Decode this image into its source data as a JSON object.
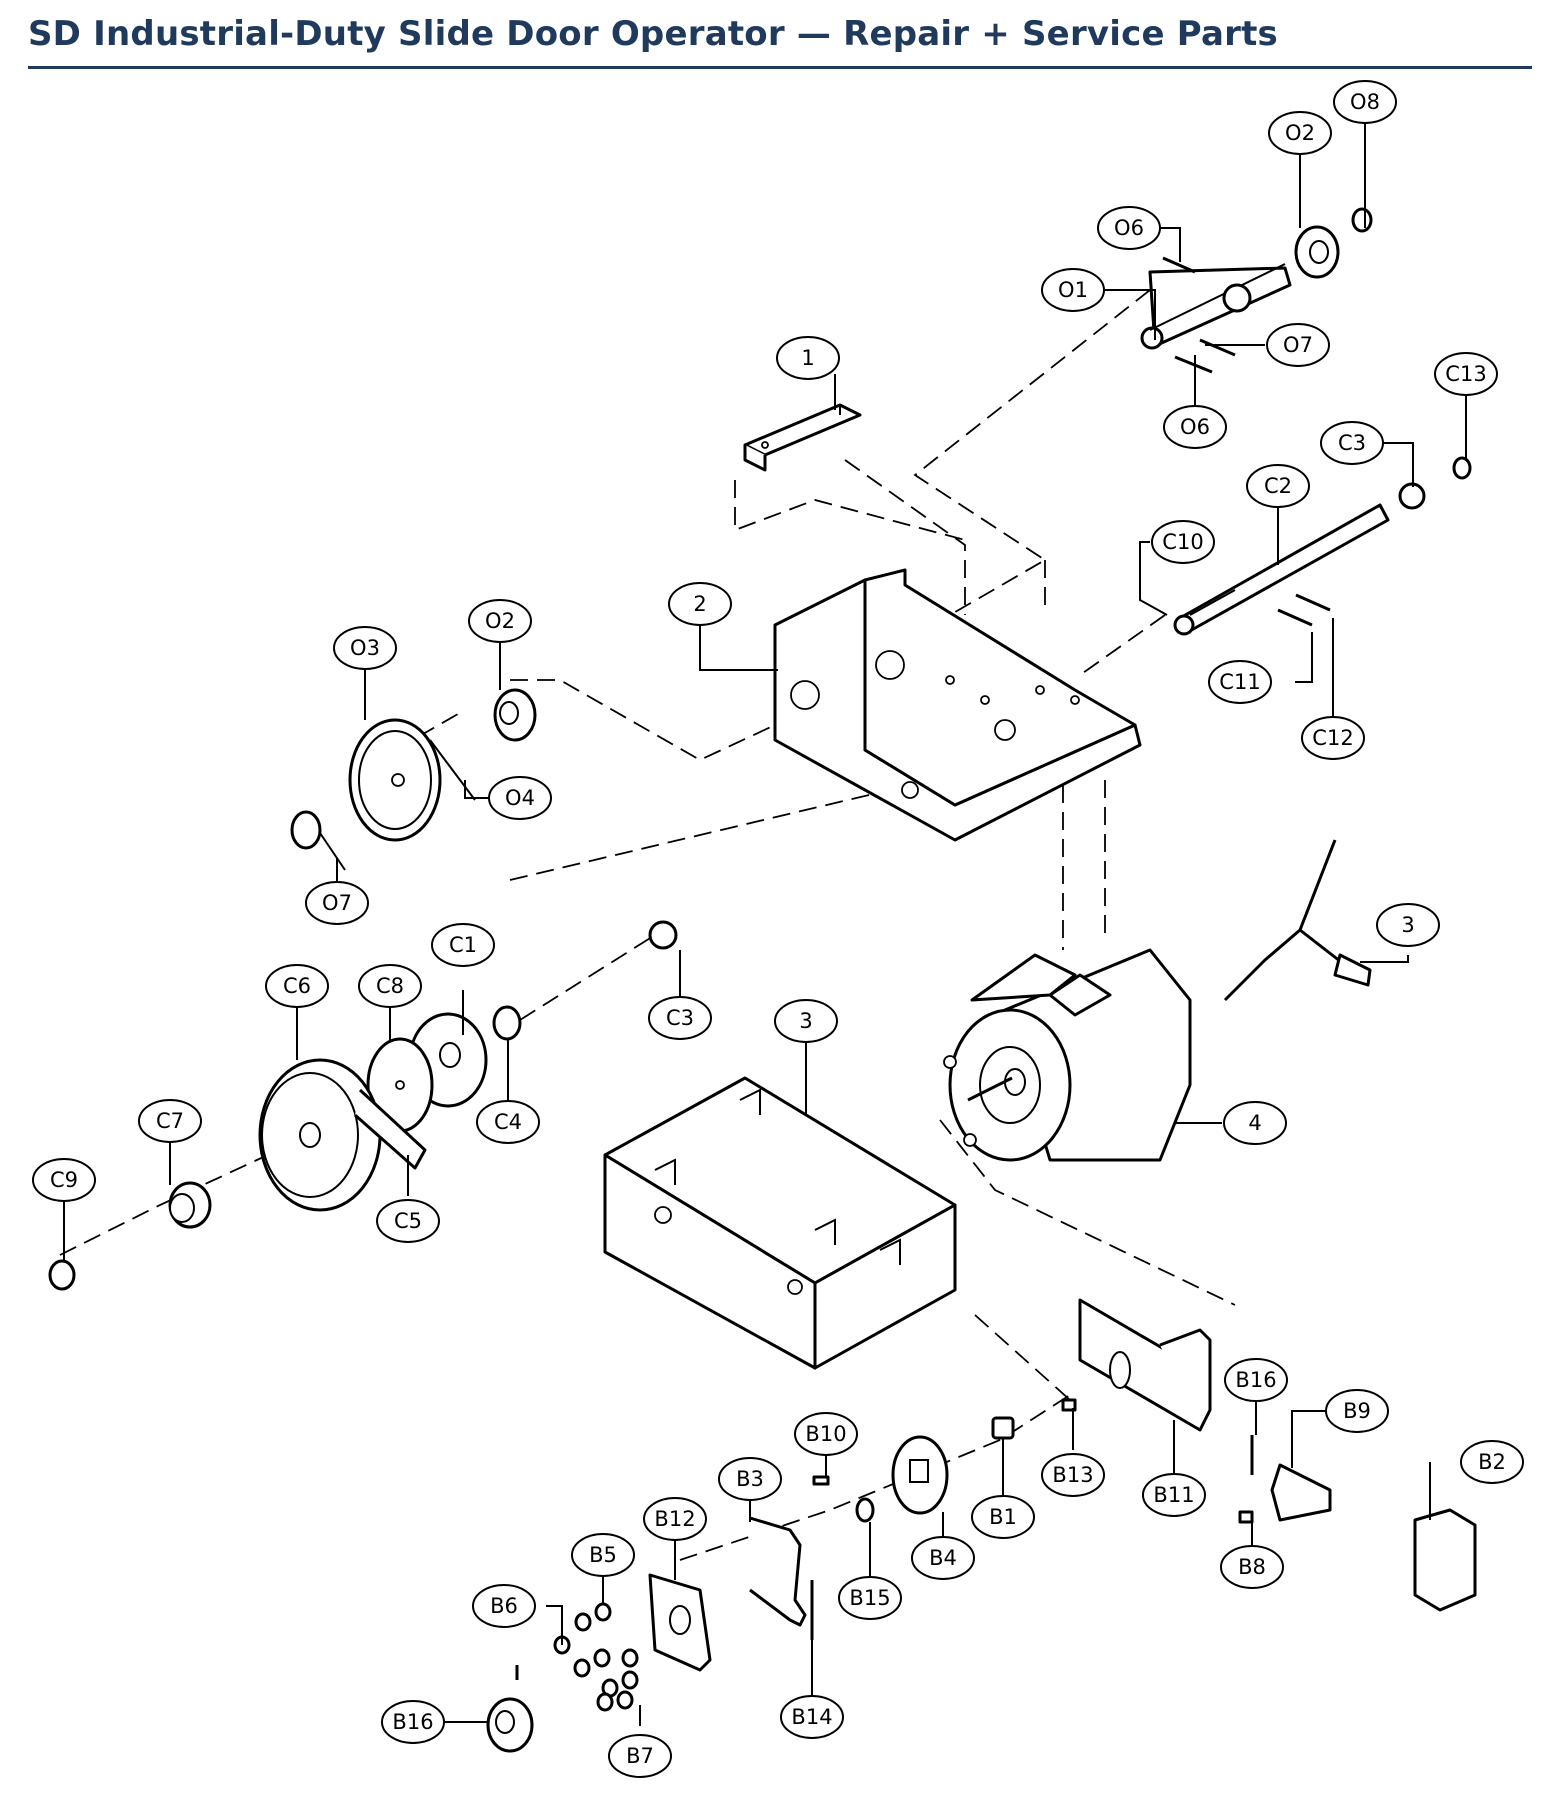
{
  "page": {
    "title": "SD Industrial-Duty Slide Door Operator — Repair + Service Parts"
  },
  "callouts": [
    {
      "id": "O8",
      "label": "O8"
    },
    {
      "id": "O2-top",
      "label": "O2"
    },
    {
      "id": "O6-top",
      "label": "O6"
    },
    {
      "id": "O1",
      "label": "O1"
    },
    {
      "id": "O7-top",
      "label": "O7"
    },
    {
      "id": "O6-bottom",
      "label": "O6"
    },
    {
      "id": "1",
      "label": "1"
    },
    {
      "id": "C13",
      "label": "C13"
    },
    {
      "id": "C3-top",
      "label": "C3"
    },
    {
      "id": "C2",
      "label": "C2"
    },
    {
      "id": "C10",
      "label": "C10"
    },
    {
      "id": "C11",
      "label": "C11"
    },
    {
      "id": "C12",
      "label": "C12"
    },
    {
      "id": "2",
      "label": "2"
    },
    {
      "id": "O3",
      "label": "O3"
    },
    {
      "id": "O2-left",
      "label": "O2"
    },
    {
      "id": "O4",
      "label": "O4"
    },
    {
      "id": "O7-left",
      "label": "O7"
    },
    {
      "id": "3-harness",
      "label": "3"
    },
    {
      "id": "C1",
      "label": "C1"
    },
    {
      "id": "C6",
      "label": "C6"
    },
    {
      "id": "C8",
      "label": "C8"
    },
    {
      "id": "C3-mid",
      "label": "C3"
    },
    {
      "id": "3-box",
      "label": "3"
    },
    {
      "id": "C4",
      "label": "C4"
    },
    {
      "id": "4",
      "label": "4"
    },
    {
      "id": "C7",
      "label": "C7"
    },
    {
      "id": "C9",
      "label": "C9"
    },
    {
      "id": "C5",
      "label": "C5"
    },
    {
      "id": "B16-right",
      "label": "B16"
    },
    {
      "id": "B9",
      "label": "B9"
    },
    {
      "id": "B10",
      "label": "B10"
    },
    {
      "id": "B2",
      "label": "B2"
    },
    {
      "id": "B3",
      "label": "B3"
    },
    {
      "id": "B13",
      "label": "B13"
    },
    {
      "id": "B11",
      "label": "B11"
    },
    {
      "id": "B12",
      "label": "B12"
    },
    {
      "id": "B1",
      "label": "B1"
    },
    {
      "id": "B5",
      "label": "B5"
    },
    {
      "id": "B4",
      "label": "B4"
    },
    {
      "id": "B15",
      "label": "B15"
    },
    {
      "id": "B8",
      "label": "B8"
    },
    {
      "id": "B6",
      "label": "B6"
    },
    {
      "id": "B14",
      "label": "B14"
    },
    {
      "id": "B16-bottom",
      "label": "B16"
    },
    {
      "id": "B7",
      "label": "B7"
    }
  ]
}
